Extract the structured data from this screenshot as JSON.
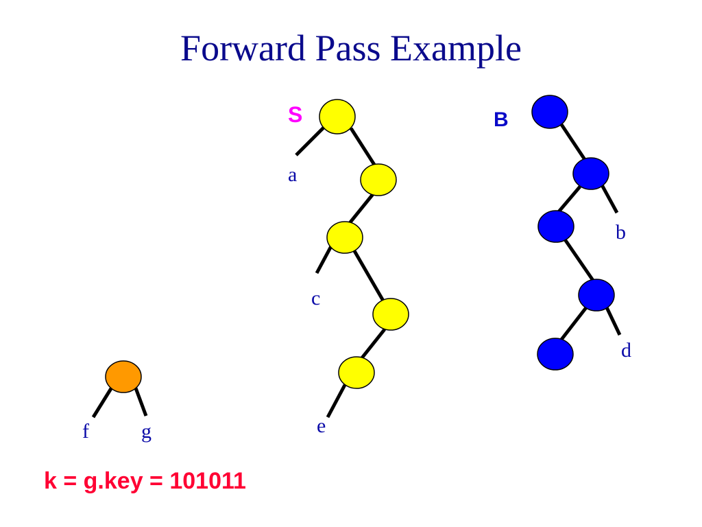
{
  "title": "Forward Pass Example",
  "colors": {
    "title": "#0A0A8C",
    "leaf_label": "#0A0AA8",
    "tree_s_label": "#FF00FF",
    "tree_b_label": "#0A0AC8",
    "tree_s_node": "#FFFF00",
    "tree_b_node": "#0000FF",
    "single_node": "#FF9900",
    "equation": "#FF0033",
    "edge": "#000000"
  },
  "trees": {
    "s": {
      "label": "S"
    },
    "b": {
      "label": "B"
    }
  },
  "leaves": {
    "a": "a",
    "b": "b",
    "c": "c",
    "d": "d",
    "e": "e",
    "f": "f",
    "g": "g"
  },
  "equation": "k = g.key = 101011"
}
